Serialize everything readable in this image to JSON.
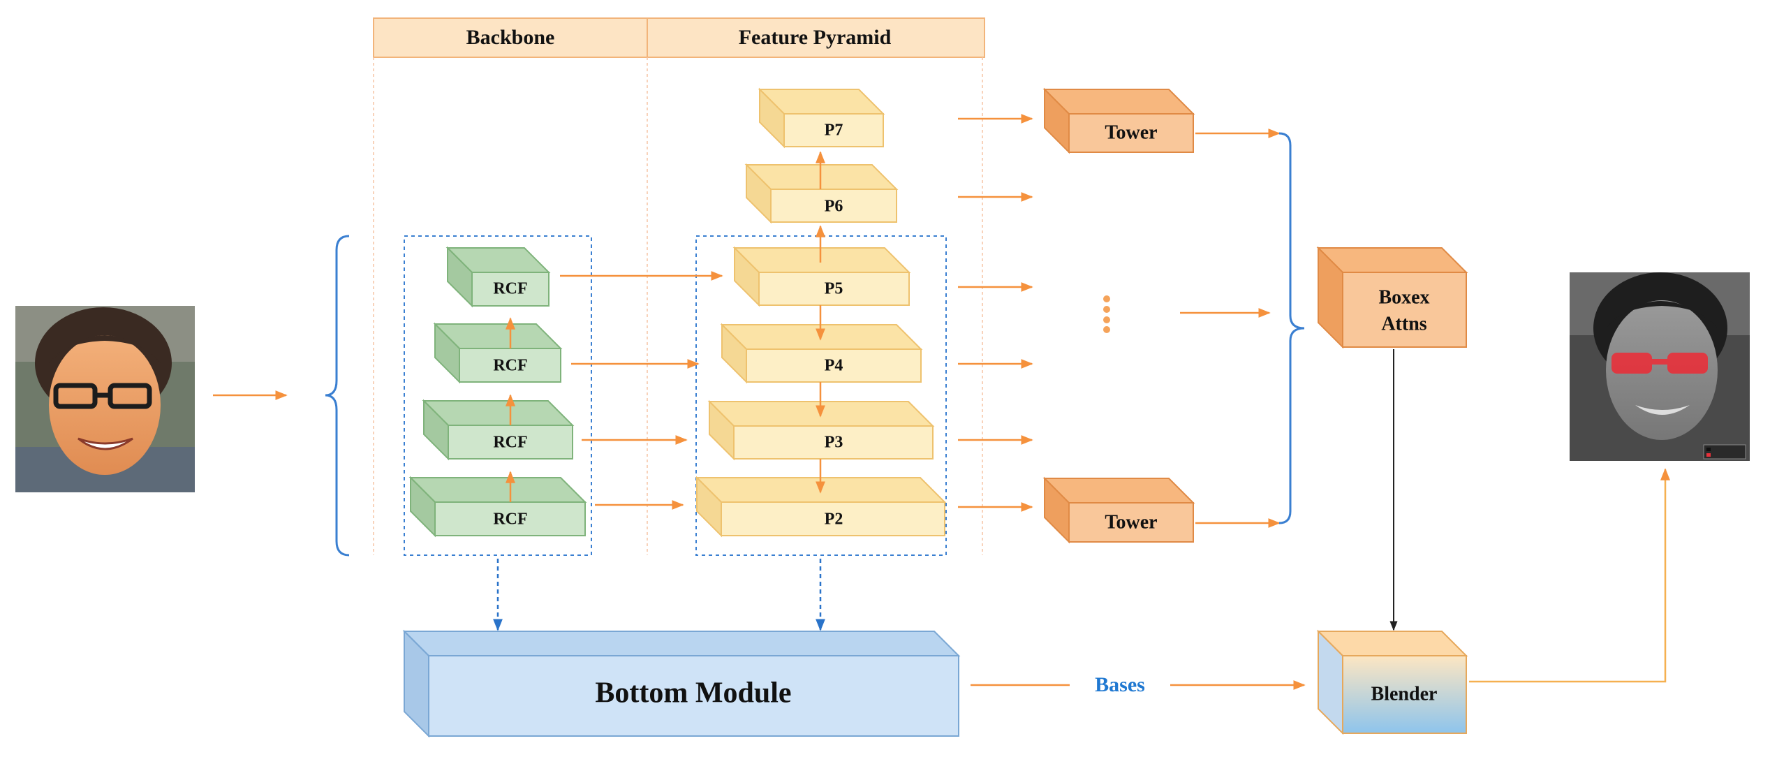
{
  "header": {
    "backbone": "Backbone",
    "pyramid": "Feature Pyramid"
  },
  "backbone_blocks": [
    "RCF",
    "RCF",
    "RCF",
    "RCF"
  ],
  "pyramid_levels": [
    "P7",
    "P6",
    "P5",
    "P4",
    "P3",
    "P2"
  ],
  "towers": [
    "Tower",
    "Tower"
  ],
  "attn_box": {
    "line1": "Boxex",
    "line2": "Attns"
  },
  "bottom_module": "Bottom Module",
  "bases_label": "Bases",
  "blender": "Blender",
  "colors": {
    "header_fill": "#fde4c4",
    "backbone_fill": "#cfe6cc",
    "pyramid_fill": "#fdefc6",
    "tower_fill": "#f9c79a",
    "bottom_fill": "#cfe3f7",
    "arrow_orange": "#f5913c",
    "bracket_blue": "#3a7fd1",
    "bases_blue": "#1f78d1"
  },
  "images": {
    "input": "face-photo",
    "output": "face-segmentation-grayscale"
  }
}
